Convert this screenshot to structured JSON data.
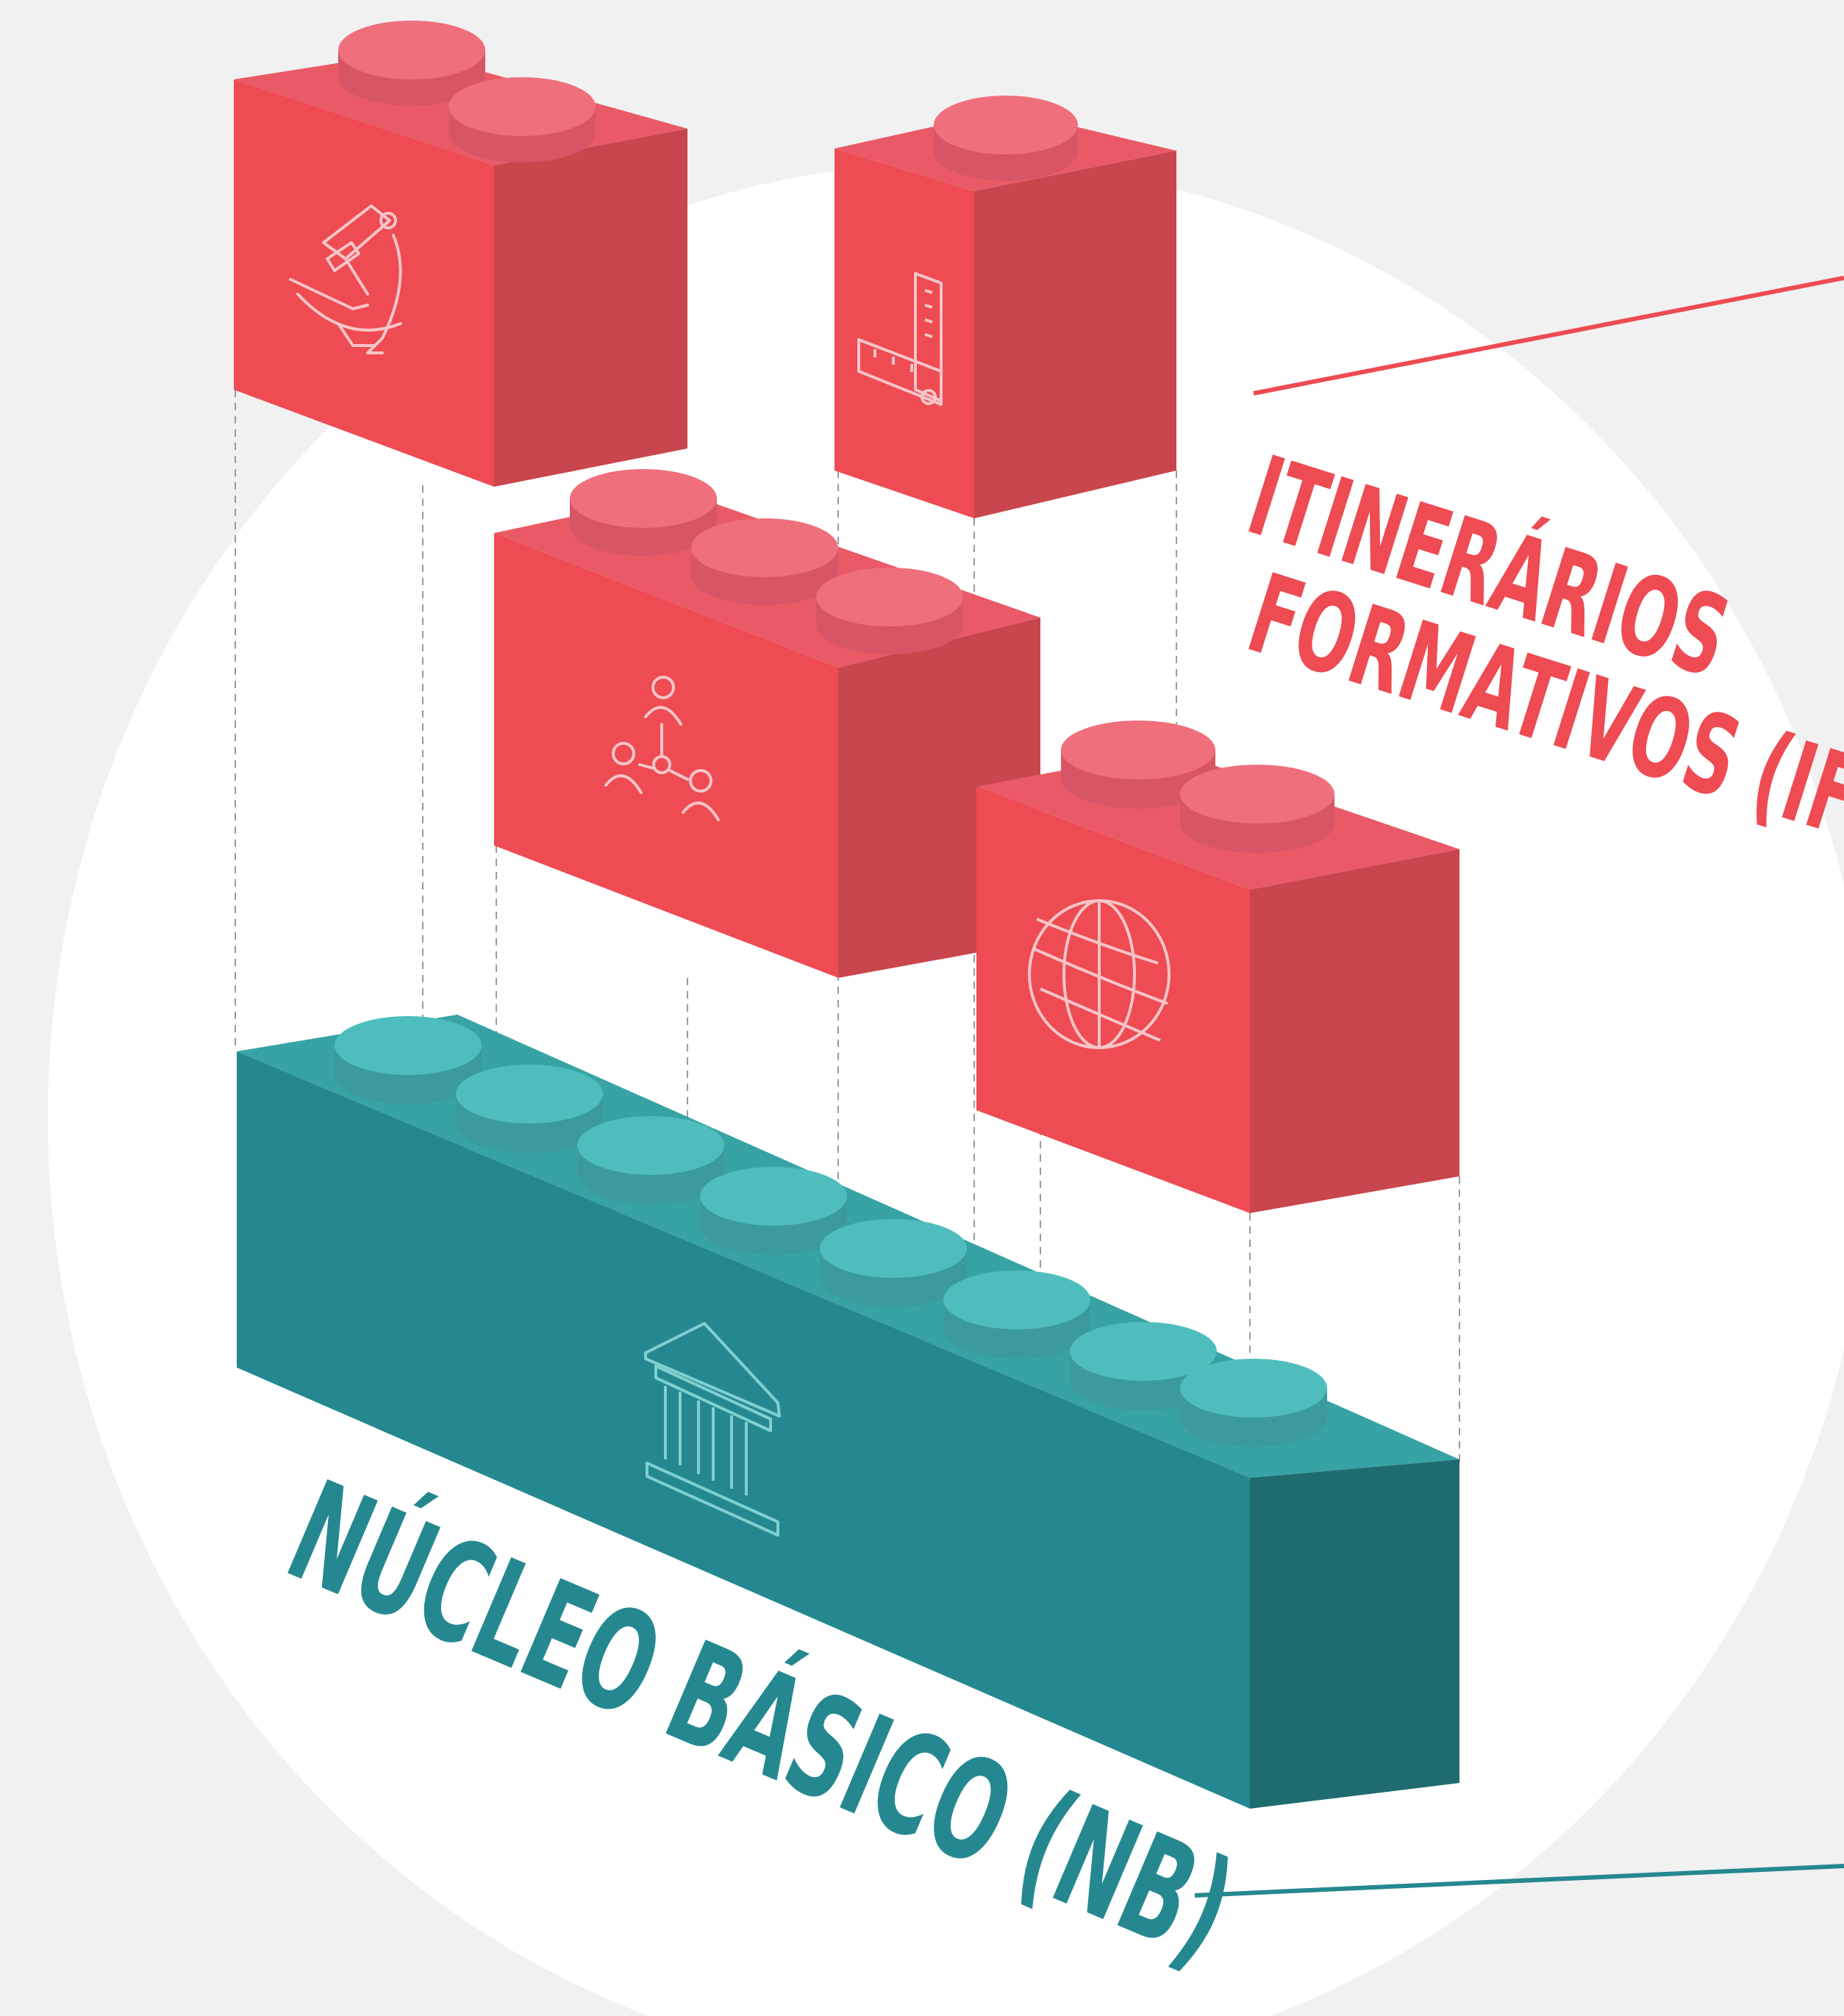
{
  "labels": {
    "if_line1": "ITINERÁRIOS",
    "if_line2": "FORMATIVOS (IF)",
    "nb": "NÚCLEO BÁSICO (NB)"
  },
  "colors": {
    "background": "#f1f1f1",
    "circle": "#ffffff",
    "red_front": "#ee4b52",
    "red_side": "#c9464d",
    "red_stud": "#ef6f7c",
    "teal_front": "#258891",
    "teal_side": "#1f6c70",
    "teal_top": "#37a3a4",
    "teal_stud": "#4fbdbd",
    "red_text": "#ee4b52",
    "teal_text": "#258891"
  },
  "icons": {
    "brick_1": "microscope-icon",
    "brick_2": "ruler-set-square-icon",
    "brick_3": "people-network-icon",
    "brick_4": "globe-icon",
    "base": "classical-building-icon"
  }
}
